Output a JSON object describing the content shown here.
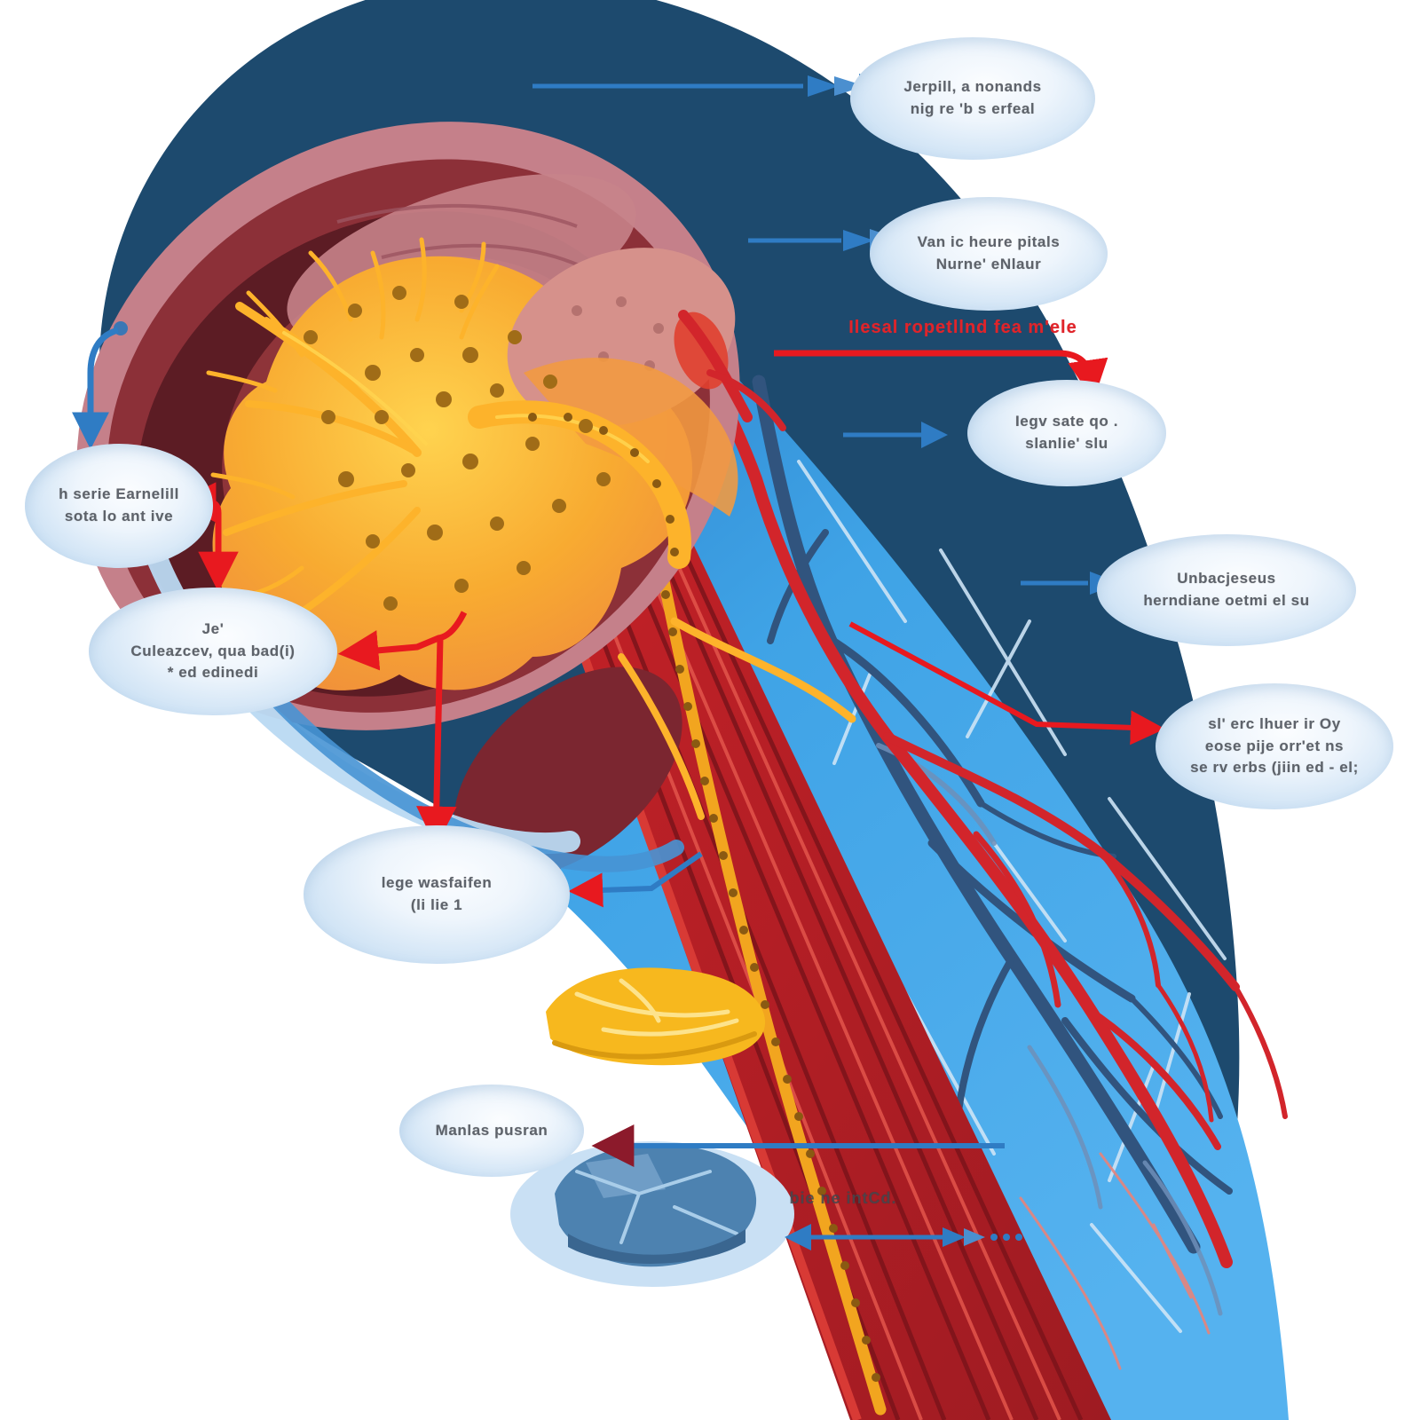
{
  "figure": {
    "kind": "anatomical vector illustration",
    "description": "Cross-section of an organ with outer sheath, vascular band, nerve cord and annotated callout bubbles",
    "colors": {
      "outer_sheath_navy": "#1d4a6e",
      "vessel_band_blue": "#3fa3e6",
      "organ_maroon": "#7b2630",
      "organ_pink_rim": "#c5808a",
      "core_orange": "#f59d2e",
      "nerve_yellow": "#fdb32b",
      "artery_red": "#d2252b",
      "muscle_dark_red": "#a31d24",
      "vein_navy": "#31547e",
      "fat_yellow": "#f7b81e",
      "stone_blue": "#4d82b0",
      "callout_fill": "#cfe3f5",
      "callout_text": "#4a4f57",
      "arrow_blue": "#2f7cc4",
      "arrow_red": "#e8191f",
      "arrow_dark_red": "#8c1a2b"
    }
  },
  "callouts": [
    {
      "name": "callout-top-right-1",
      "lines": [
        "Jerpill, a nonands",
        "nig re 'b s erfeal"
      ]
    },
    {
      "name": "callout-top-right-2",
      "lines": [
        "Van ic heure pitals",
        "Nurne' eNlaur"
      ]
    },
    {
      "name": "red-annotation",
      "lines": [
        "Ilesal ropetllnd fea m'ele"
      ]
    },
    {
      "name": "callout-band-inner",
      "lines": [
        "Iegv sate qo .",
        "slanlie' slu"
      ]
    },
    {
      "name": "callout-right-mid",
      "lines": [
        "Unbacjeseus",
        "herndiane oetmi el su"
      ]
    },
    {
      "name": "callout-right-lower",
      "lines": [
        "sl' erc lhuer ir Oy",
        "eose pije orr'et ns",
        "se rv erbs (jiin ed - el;"
      ]
    },
    {
      "name": "callout-left-capsule",
      "lines": [
        "h serie Earnelill",
        "sota lo ant ive"
      ]
    },
    {
      "name": "callout-left-lower",
      "lines": [
        "Je'",
        "Culeazcev, qua bad(i)",
        "* ed edinedi"
      ]
    },
    {
      "name": "callout-mid-lower",
      "lines": [
        "lege wasfaifen",
        "(li lie 1"
      ]
    },
    {
      "name": "callout-bottom-left",
      "lines": [
        "Manlas pusran"
      ]
    },
    {
      "name": "gray-annotation",
      "lines": [
        "bie ne intCd."
      ]
    }
  ]
}
